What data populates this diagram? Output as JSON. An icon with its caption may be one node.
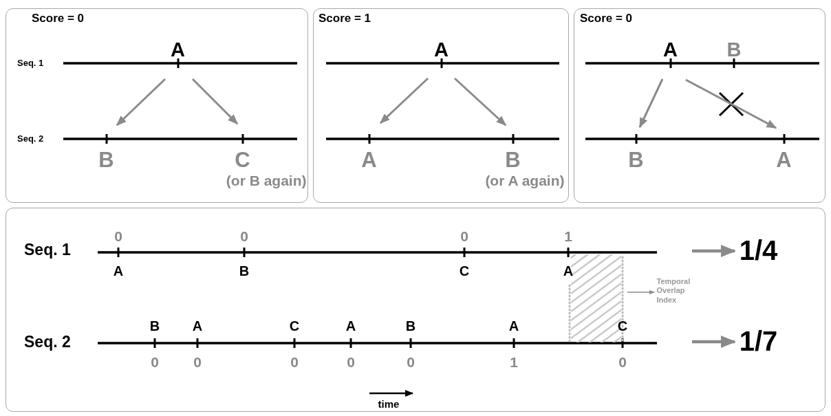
{
  "diagram": {
    "nodes": [
      {
        "text": [
          "Score = 0"
        ]
      },
      {
        "text": [
          "A"
        ],
        "in": 0
      },
      {
        "text": [
          "B"
        ],
        "in": 0
      },
      {
        "text": [
          "C",
          "(or B again)"
        ],
        "in": 0
      },
      {
        "text": [
          "Score = 1"
        ]
      },
      {
        "text": [
          "A"
        ],
        "in": 4
      },
      {
        "text": [
          "A"
        ],
        "in": 4
      },
      {
        "text": [
          "B",
          "(or A again)"
        ],
        "in": 4
      },
      {
        "text": [
          "Score = 0"
        ]
      },
      {
        "text": [
          "A"
        ],
        "in": 8
      },
      {
        "text": [
          "B"
        ],
        "in": 8
      },
      {
        "text": [
          "A"
        ],
        "in": 8
      },
      {
        "text": [],
        "shape": "box"
      },
      {
        "text": [],
        "shape": "box",
        "in": 12
      },
      {
        "text": [
          "Temporal Overlap Index"
        ],
        "in": 12
      },
      {
        "text": [
          "1/4"
        ],
        "in": 12
      },
      {
        "text": [
          "1/7"
        ],
        "in": 12
      }
    ],
    "edges": [
      {
        "from": 1,
        "to": 2,
        "arrow": "to"
      },
      {
        "from": 1,
        "to": 3,
        "arrow": "to"
      },
      {
        "from": 5,
        "to": 6,
        "arrow": "to"
      },
      {
        "from": 5,
        "to": 7,
        "arrow": "to"
      },
      {
        "from": 9,
        "to": 10,
        "arrow": "to"
      },
      {
        "from": 9,
        "to": 11,
        "arrow": "to"
      },
      {
        "from": 13,
        "to": 14,
        "arrow": "to"
      },
      {
        "from": null,
        "to": 15,
        "arrow": "to"
      },
      {
        "from": null,
        "to": 16,
        "arrow": "to"
      }
    ],
    "labels": [
      "Seq. 1",
      "Seq. 2",
      "B",
      "0",
      "0",
      "0",
      "1",
      "Seq. 1",
      "A",
      "B",
      "C",
      "A",
      "B",
      "A",
      "C",
      "A",
      "B",
      "A",
      "C",
      "Seq. 2",
      "0",
      "0",
      "0",
      "0",
      "0",
      "1",
      "0",
      "time"
    ]
  }
}
